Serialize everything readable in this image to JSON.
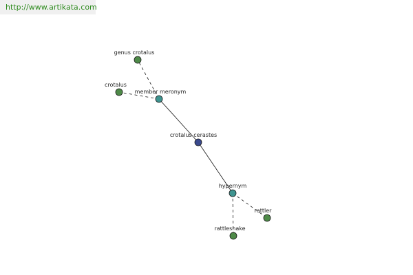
{
  "banner": {
    "url_text": "http://www.artikata.com"
  },
  "colors": {
    "banner_text": "#2e8b1e",
    "center_node": "#3a4a8e",
    "relation_node": "#3e9490",
    "leaf_node": "#4e8a48",
    "edge": "#111111"
  },
  "nodes": [
    {
      "id": "crotalus_cerastes",
      "label": "crotalus cerastes",
      "kind": "center"
    },
    {
      "id": "member_meronym",
      "label": "member meronym",
      "kind": "relation"
    },
    {
      "id": "hypernym",
      "label": "hypernym",
      "kind": "relation"
    },
    {
      "id": "genus_crotalus",
      "label": "genus crotalus",
      "kind": "leaf"
    },
    {
      "id": "crotalus",
      "label": "crotalus",
      "kind": "leaf"
    },
    {
      "id": "rattler",
      "label": "rattler",
      "kind": "leaf"
    },
    {
      "id": "rattlesnake",
      "label": "rattlesnake",
      "kind": "leaf"
    }
  ],
  "edges": [
    {
      "from": "crotalus_cerastes",
      "to": "member_meronym",
      "style": "solid"
    },
    {
      "from": "crotalus_cerastes",
      "to": "hypernym",
      "style": "solid"
    },
    {
      "from": "member_meronym",
      "to": "genus_crotalus",
      "style": "dashed"
    },
    {
      "from": "member_meronym",
      "to": "crotalus",
      "style": "dashed"
    },
    {
      "from": "hypernym",
      "to": "rattler",
      "style": "dashed"
    },
    {
      "from": "hypernym",
      "to": "rattlesnake",
      "style": "dashed"
    }
  ]
}
